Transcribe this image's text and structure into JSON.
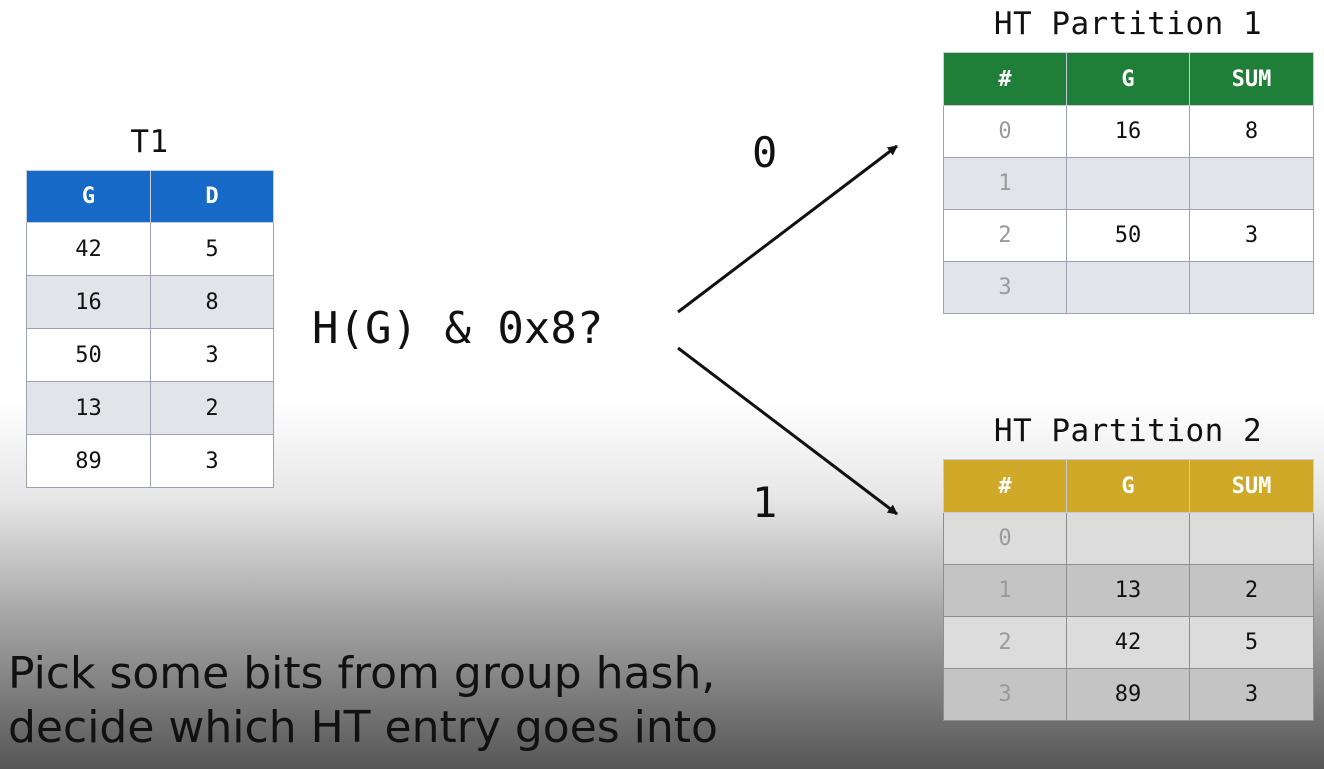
{
  "t1": {
    "title": "T1",
    "headers": [
      "G",
      "D"
    ],
    "rows": [
      [
        "42",
        "5"
      ],
      [
        "16",
        "8"
      ],
      [
        "50",
        "3"
      ],
      [
        "13",
        "2"
      ],
      [
        "89",
        "3"
      ]
    ],
    "header_color": "#1769c8"
  },
  "operation": "H(G) & 0x8?",
  "branch_zero": "0",
  "branch_one": "1",
  "partition1": {
    "title": "HT Partition 1",
    "headers": [
      "#",
      "G",
      "SUM"
    ],
    "rows": [
      [
        "0",
        "16",
        "8"
      ],
      [
        "1",
        "",
        ""
      ],
      [
        "2",
        "50",
        "3"
      ],
      [
        "3",
        "",
        ""
      ]
    ],
    "header_color": "#1f7f39"
  },
  "partition2": {
    "title": "HT Partition 2",
    "headers": [
      "#",
      "G",
      "SUM"
    ],
    "rows": [
      [
        "0",
        "",
        ""
      ],
      [
        "1",
        "13",
        "2"
      ],
      [
        "2",
        "42",
        "5"
      ],
      [
        "3",
        "89",
        "3"
      ]
    ],
    "header_color": "#d1a929"
  },
  "note": {
    "line1": "Pick some bits from group hash,",
    "line2": "decide which HT entry goes into"
  }
}
